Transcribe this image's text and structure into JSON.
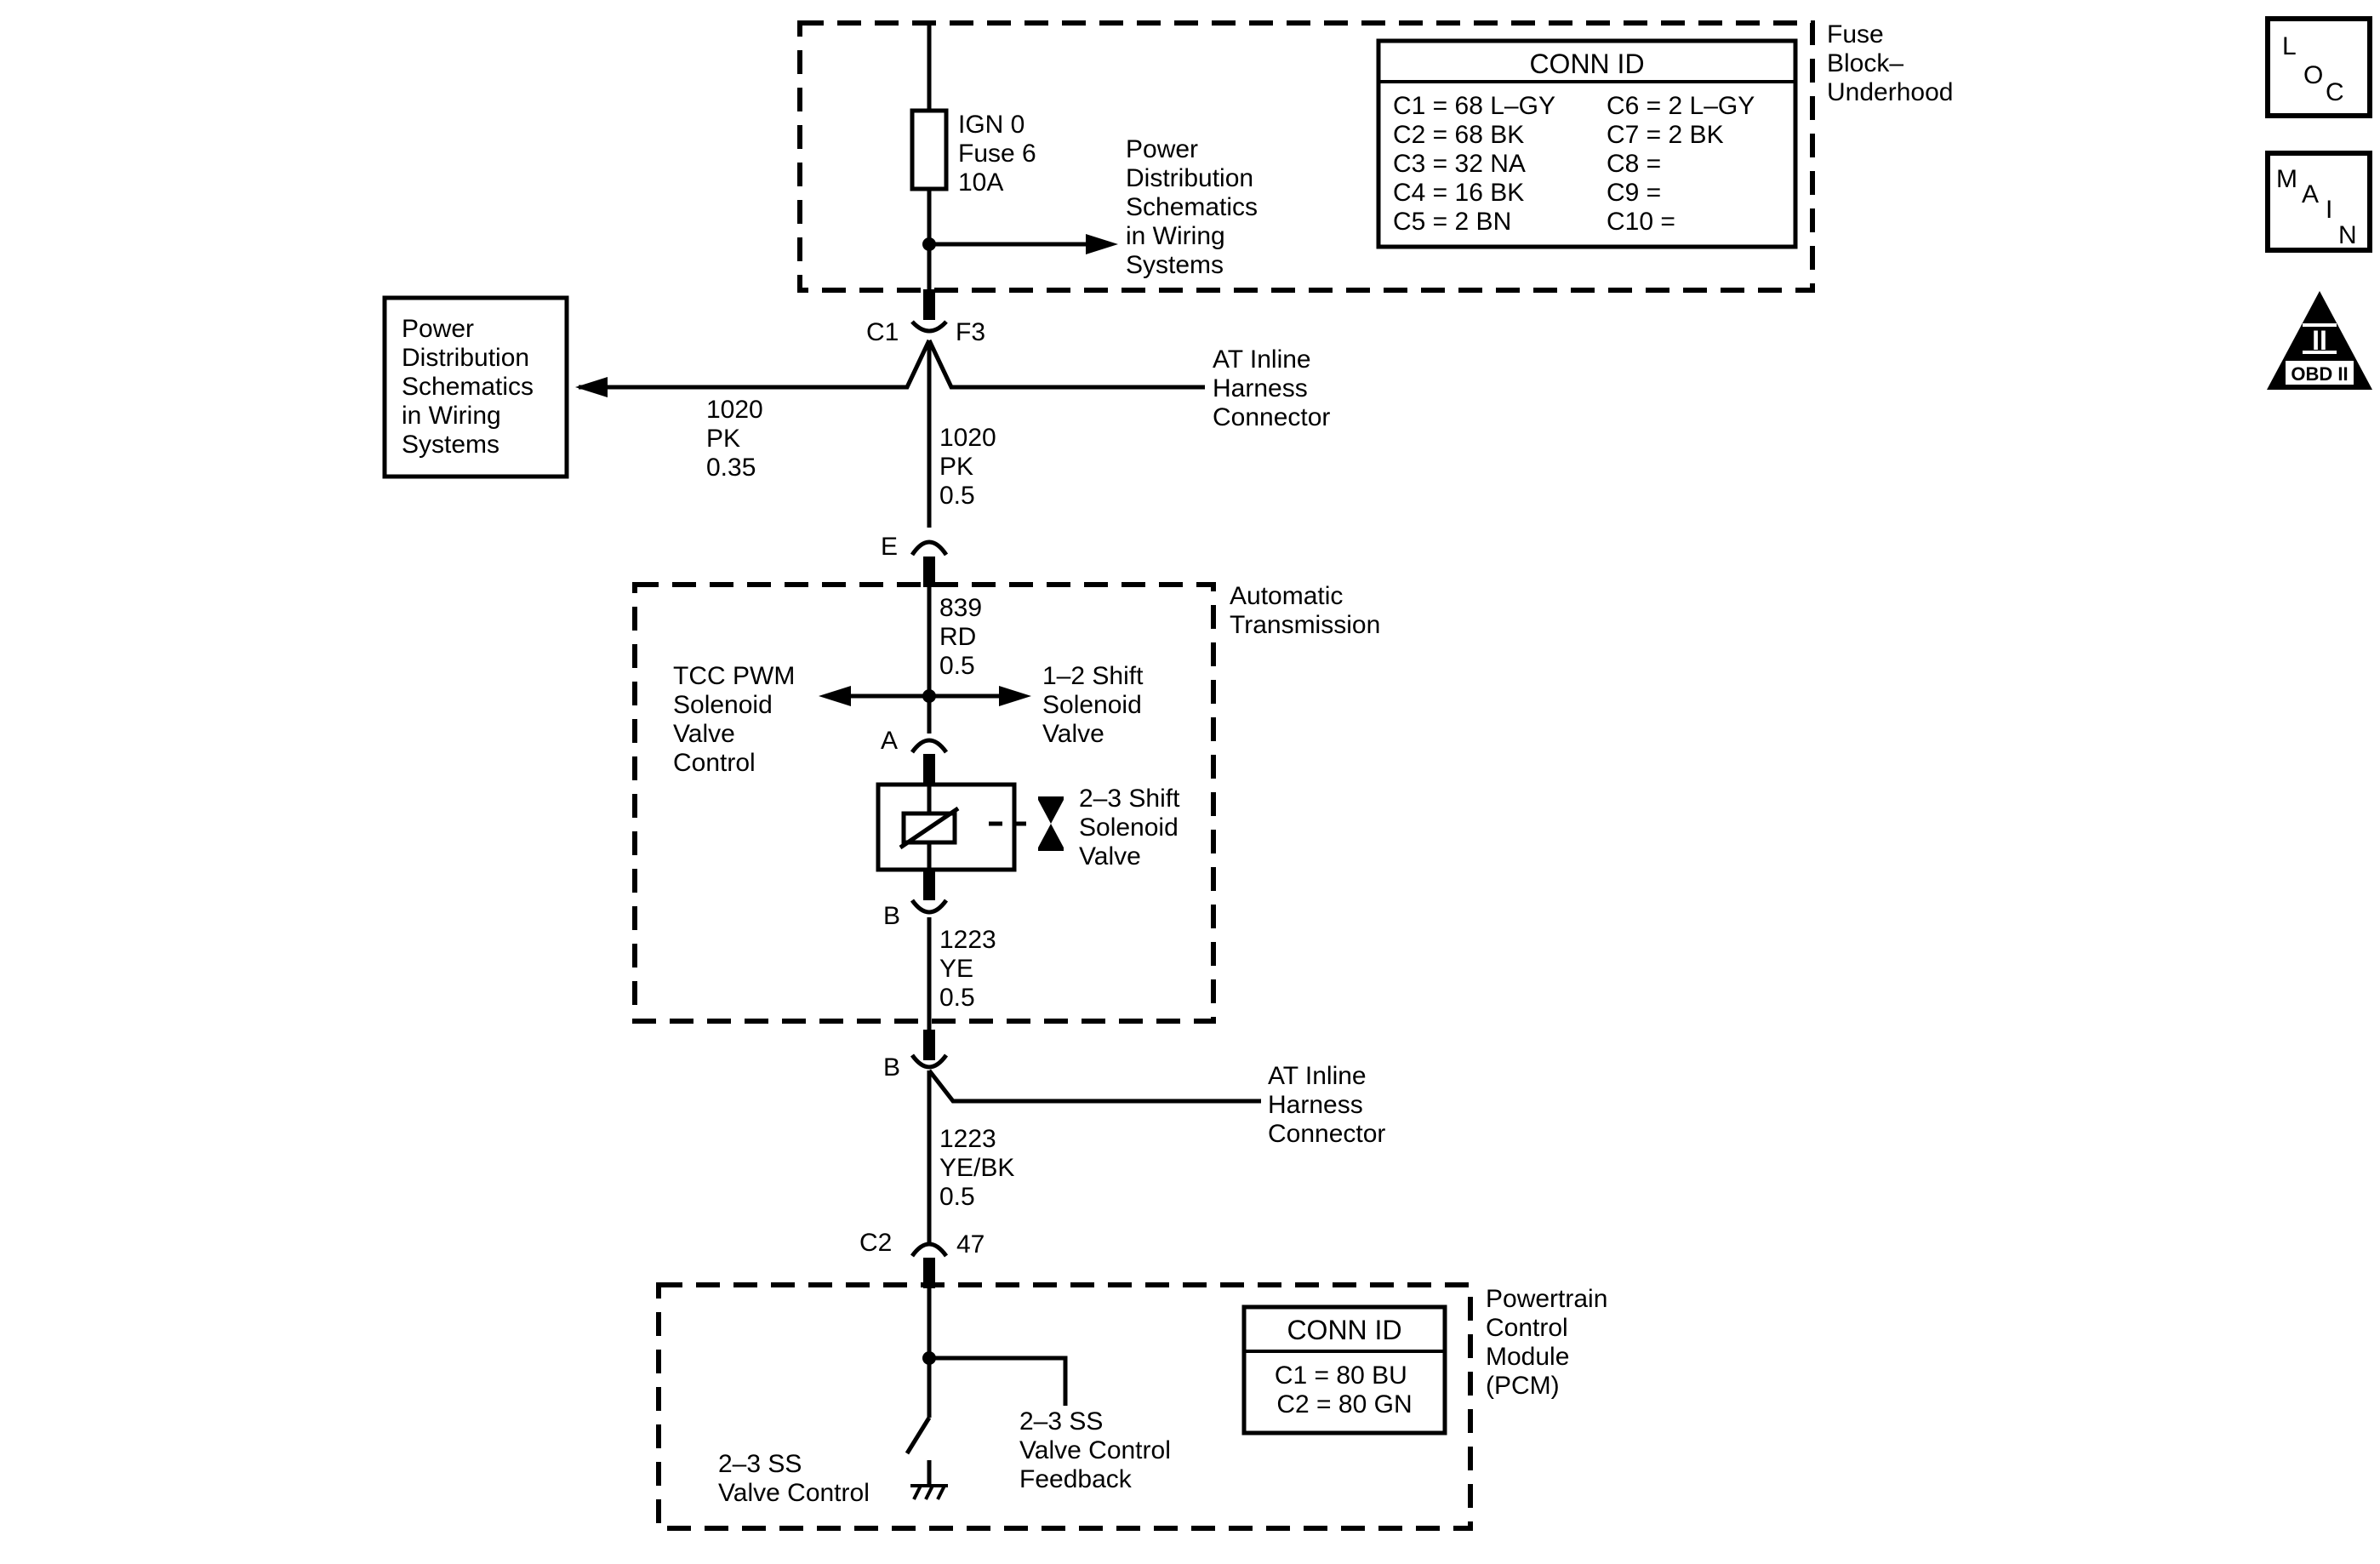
{
  "fuse_block": {
    "title": [
      "Fuse",
      "Block–",
      "Underhood"
    ],
    "fuse_label": [
      "IGN 0",
      "Fuse 6",
      "10A"
    ],
    "power_ref": [
      "Power",
      "Distribution",
      "Schematics",
      "in Wiring",
      "Systems"
    ],
    "conn_id": {
      "title": "CONN ID",
      "left": [
        "C1 = 68 L–GY",
        "C2 = 68 BK",
        "C3 = 32 NA",
        "C4 = 16 BK",
        "C5 = 2 BN"
      ],
      "right": [
        "C6 = 2 L–GY",
        "C7 = 2 BK",
        "C8 =",
        "C9 =",
        "C10 ="
      ]
    }
  },
  "splice_connector": {
    "pin_left": "C1",
    "pin_right": "F3",
    "harness": [
      "AT Inline",
      "Harness",
      "Connector"
    ]
  },
  "power_box": [
    "Power",
    "Distribution",
    "Schematics",
    "in Wiring",
    "Systems"
  ],
  "wire_1020_branch": [
    "1020",
    "PK",
    "0.35"
  ],
  "wire_1020_main": [
    "1020",
    "PK",
    "0.5"
  ],
  "conn_e": "E",
  "transmission": {
    "title": [
      "Automatic",
      "Transmission"
    ],
    "wire_839": [
      "839",
      "RD",
      "0.5"
    ],
    "tcc": [
      "TCC PWM",
      "Solenoid",
      "Valve",
      "Control"
    ],
    "shift_12": [
      "1–2 Shift",
      "Solenoid",
      "Valve"
    ],
    "pin_a": "A",
    "shift_23": [
      "2–3 Shift",
      "Solenoid",
      "Valve"
    ],
    "pin_b": "B",
    "wire_1223": [
      "1223",
      "YE",
      "0.5"
    ]
  },
  "at_inline_b": {
    "pin": "B",
    "harness": [
      "AT Inline",
      "Harness",
      "Connector"
    ]
  },
  "wire_1223_bk": [
    "1223",
    "YE/BK",
    "0.5"
  ],
  "pcm_connector": {
    "pin_left": "C2",
    "pin_right": "47"
  },
  "pcm": {
    "title": [
      "Powertrain",
      "Control",
      "Module",
      "(PCM)"
    ],
    "conn_id": {
      "title": "CONN ID",
      "rows": [
        "C1 = 80 BU",
        "C2 = 80 GN"
      ]
    },
    "valve_control": [
      "2–3 SS",
      "Valve Control"
    ],
    "feedback": [
      "2–3 SS",
      "Valve Control",
      "Feedback"
    ]
  },
  "nav": {
    "loc": [
      "L",
      "O",
      "C"
    ],
    "main": [
      "M",
      "A",
      "I",
      "N"
    ],
    "obd_numeral": "II",
    "obd_label": "OBD II"
  }
}
